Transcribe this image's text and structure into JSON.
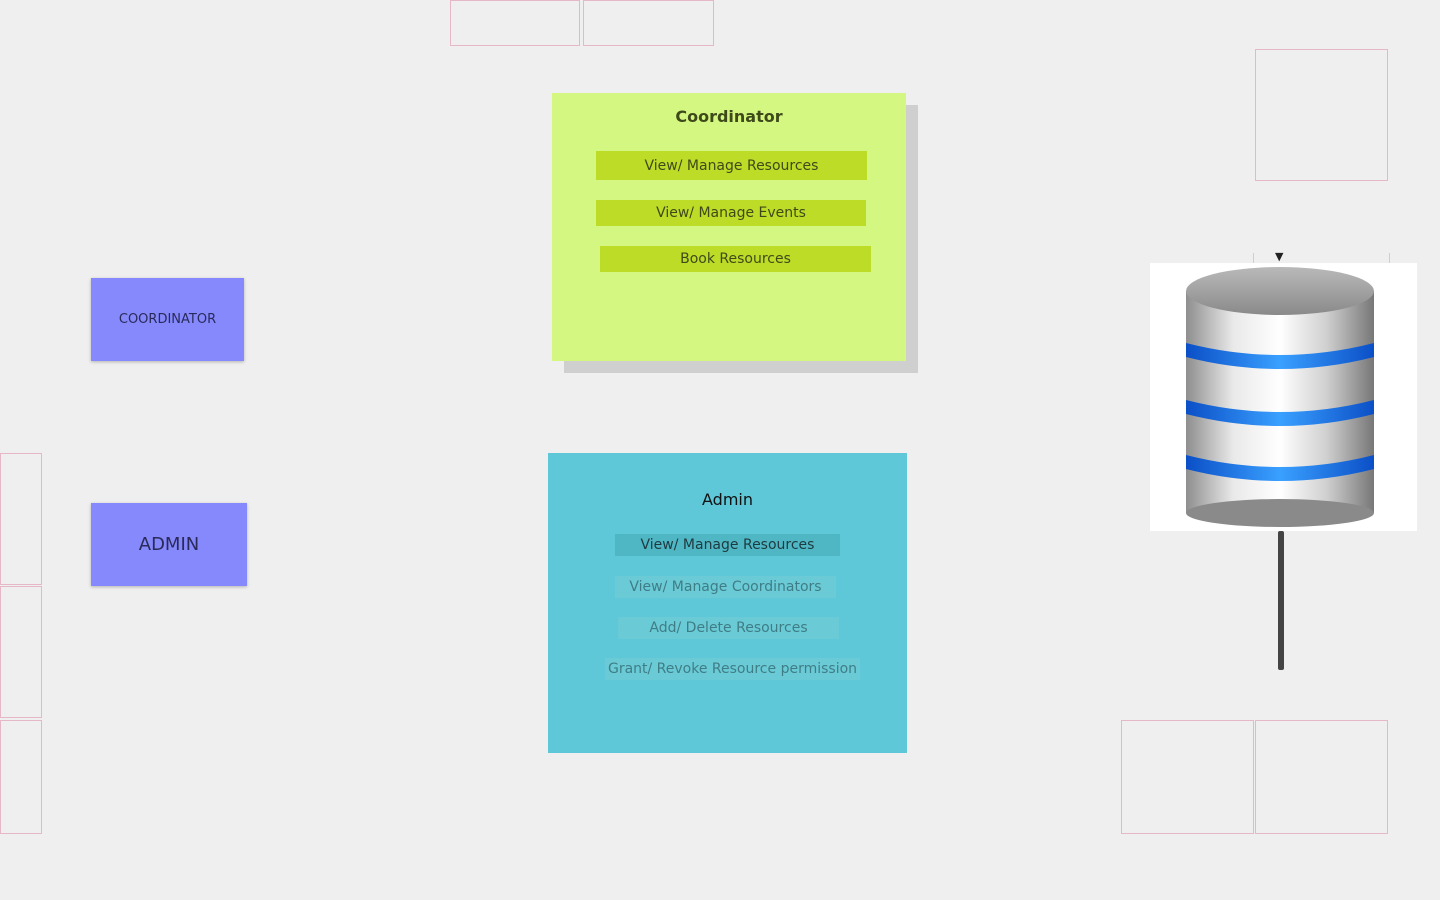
{
  "roles": {
    "coordinator_label": "COORDINATOR",
    "admin_label": "ADMIN"
  },
  "coordinator_panel": {
    "title": "Coordinator",
    "items": [
      "View/ Manage Resources",
      "View/ Manage Events",
      "Book Resources"
    ]
  },
  "admin_panel": {
    "title": "Admin",
    "items": [
      "View/ Manage Resources",
      "View/ Manage Coordinators",
      "Add/ Delete Resources",
      "Grant/ Revoke Resource permission"
    ]
  },
  "database": {
    "icon": "database-icon"
  },
  "colors": {
    "role_box": "#8589fb",
    "coordinator_panel": "#d3f780",
    "coordinator_chip": "#bcdc28",
    "admin_panel": "#5ec7d8",
    "db_band": "#1f7dff"
  }
}
